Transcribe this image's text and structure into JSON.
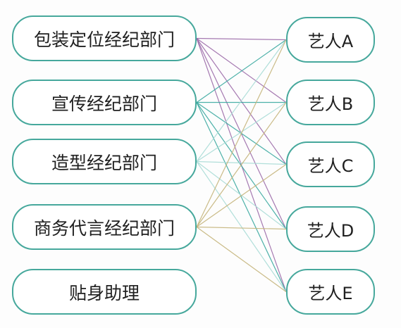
{
  "departments": [
    {
      "label": "包装定位经纪部门"
    },
    {
      "label": "宣传经纪部门"
    },
    {
      "label": "造型经纪部门"
    },
    {
      "label": "商务代言经纪部门"
    },
    {
      "label": "贴身助理"
    }
  ],
  "artists": [
    {
      "label": "艺人A"
    },
    {
      "label": "艺人B"
    },
    {
      "label": "艺人C"
    },
    {
      "label": "艺人D"
    },
    {
      "label": "艺人E"
    }
  ],
  "connections": [
    {
      "from": 0,
      "to": 0,
      "color": "#9b6aa8"
    },
    {
      "from": 0,
      "to": 1,
      "color": "#9b6aa8"
    },
    {
      "from": 0,
      "to": 2,
      "color": "#9b6aa8"
    },
    {
      "from": 0,
      "to": 3,
      "color": "#9b6aa8"
    },
    {
      "from": 0,
      "to": 4,
      "color": "#9b6aa8"
    },
    {
      "from": 1,
      "to": 0,
      "color": "#3aa8a0"
    },
    {
      "from": 1,
      "to": 1,
      "color": "#3aa8a0"
    },
    {
      "from": 1,
      "to": 2,
      "color": "#3aa8a0"
    },
    {
      "from": 1,
      "to": 3,
      "color": "#3aa8a0"
    },
    {
      "from": 1,
      "to": 4,
      "color": "#3aa8a0"
    },
    {
      "from": 2,
      "to": 0,
      "color": "#a8dcd6"
    },
    {
      "from": 2,
      "to": 1,
      "color": "#a8dcd6"
    },
    {
      "from": 2,
      "to": 2,
      "color": "#a8dcd6"
    },
    {
      "from": 2,
      "to": 3,
      "color": "#a8dcd6"
    },
    {
      "from": 2,
      "to": 4,
      "color": "#a8dcd6"
    },
    {
      "from": 3,
      "to": 0,
      "color": "#c4b47a"
    },
    {
      "from": 3,
      "to": 1,
      "color": "#c4b47a"
    },
    {
      "from": 3,
      "to": 2,
      "color": "#c4b47a"
    },
    {
      "from": 3,
      "to": 3,
      "color": "#c4b47a"
    },
    {
      "from": 3,
      "to": 4,
      "color": "#c4b47a"
    }
  ],
  "colors": {
    "node_border": "#46a89c",
    "text": "#1f1f1f"
  }
}
